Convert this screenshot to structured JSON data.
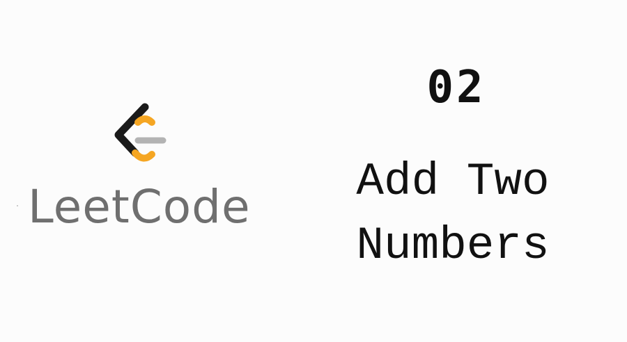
{
  "logo": {
    "icon": "leetcode-logo-icon",
    "wordmark": "LeetCode",
    "colors": {
      "dark": "#1a1a1a",
      "orange": "#f5a623",
      "gray": "#b3b3b3",
      "wordmark": "#6f6f6f"
    }
  },
  "problem": {
    "number": "02",
    "title_line_1": "Add Two",
    "title_line_2": "Numbers"
  },
  "colors": {
    "background": "#fcfcfc",
    "text": "#111111"
  }
}
